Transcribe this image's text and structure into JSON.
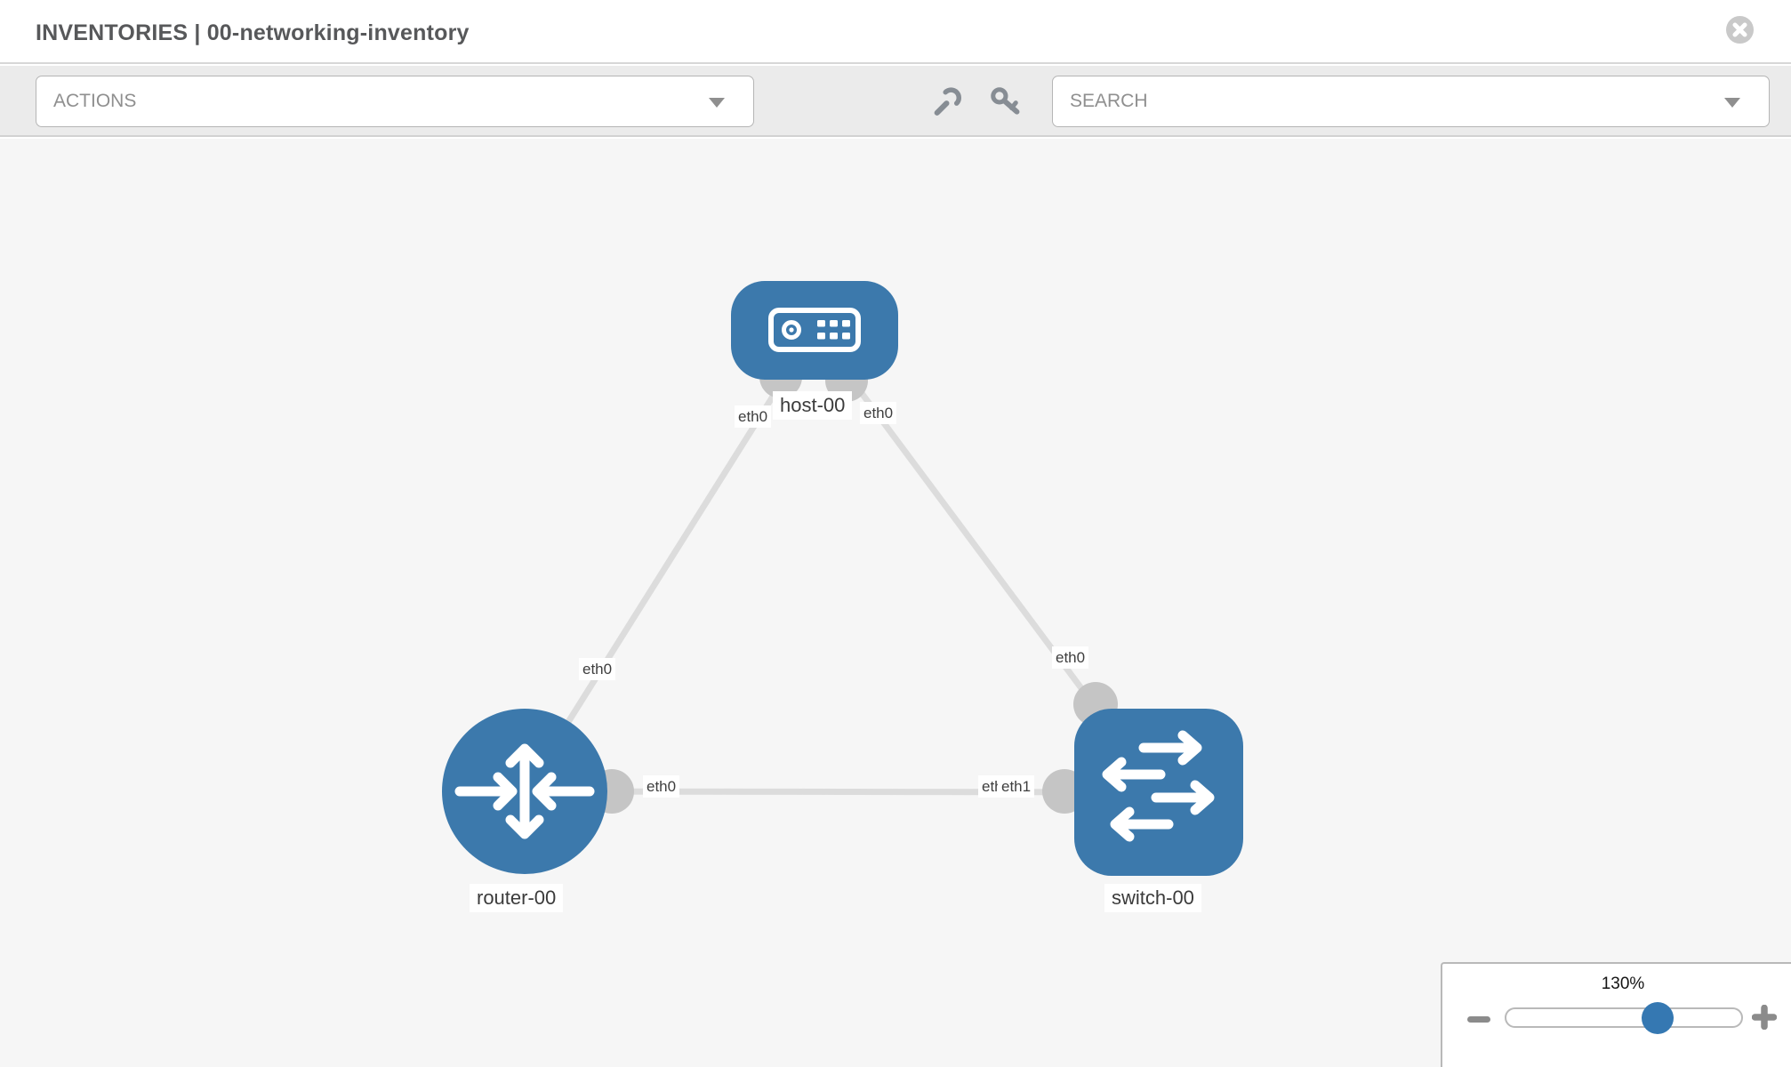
{
  "header": {
    "title": "INVENTORIES | 00-networking-inventory"
  },
  "toolbar": {
    "actions_label": "ACTIONS",
    "search_label": "SEARCH",
    "icons": [
      "wrench-icon",
      "key-icon"
    ]
  },
  "topology": {
    "nodes": [
      {
        "label": "host-00",
        "type": "host"
      },
      {
        "label": "router-00",
        "type": "router"
      },
      {
        "label": "switch-00",
        "type": "switch"
      }
    ],
    "links": [
      {
        "from": "host-00",
        "from_iface": "eth0",
        "to": "router-00",
        "to_iface": "eth0"
      },
      {
        "from": "host-00",
        "from_iface": "eth0",
        "to": "switch-00",
        "to_iface": "eth0"
      },
      {
        "from": "router-00",
        "from_iface": "eth0",
        "to": "switch-00",
        "to_iface": "eth1"
      }
    ],
    "port_labels": [
      {
        "text": "eth0",
        "at": "host-left"
      },
      {
        "text": "eth0",
        "at": "host-right"
      },
      {
        "text": "eth0",
        "at": "router-top"
      },
      {
        "text": "eth0",
        "at": "switch-top"
      },
      {
        "text": "eth0",
        "at": "router-right"
      },
      {
        "text": "eth1",
        "at": "switch-left-back"
      },
      {
        "text": "eth1",
        "at": "switch-left-front"
      }
    ]
  },
  "zoom": {
    "level": "130%"
  },
  "colors": {
    "node_blue": "#3c79ac",
    "slider_blue": "#3578b2",
    "port_gray": "#c5c5c5",
    "link_gray": "#dcdcdc"
  }
}
